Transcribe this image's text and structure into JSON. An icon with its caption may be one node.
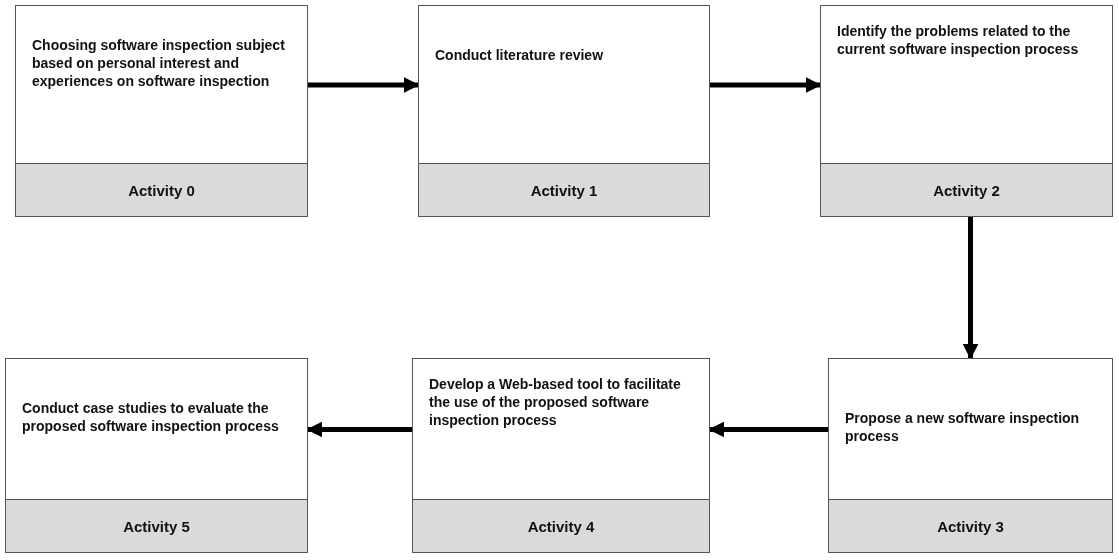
{
  "diagram": {
    "nodes": [
      {
        "text": [
          "Choosing software inspection subject based on personal interest and experiences on software inspection",
          "Activity 0"
        ]
      },
      {
        "text": [
          "Conduct literature review",
          "Activity 1"
        ]
      },
      {
        "text": [
          "Identify the problems related to the current software inspection process",
          "Activity 2"
        ]
      },
      {
        "text": [
          "Propose a new software inspection process",
          "Activity 3"
        ]
      },
      {
        "text": [
          "Develop a Web-based tool to facilitate the use of the proposed software inspection process",
          "Activity 4"
        ]
      },
      {
        "text": [
          "Conduct case studies to evaluate the proposed software inspection process",
          "Activity 5"
        ]
      }
    ],
    "edges": [
      {
        "from": 0,
        "to": 1,
        "arrow": "to"
      },
      {
        "from": 1,
        "to": 2,
        "arrow": "to"
      },
      {
        "from": 2,
        "to": 3,
        "arrow": "to"
      },
      {
        "from": 3,
        "to": 4,
        "arrow": "to"
      },
      {
        "from": 4,
        "to": 5,
        "arrow": "to"
      }
    ]
  }
}
